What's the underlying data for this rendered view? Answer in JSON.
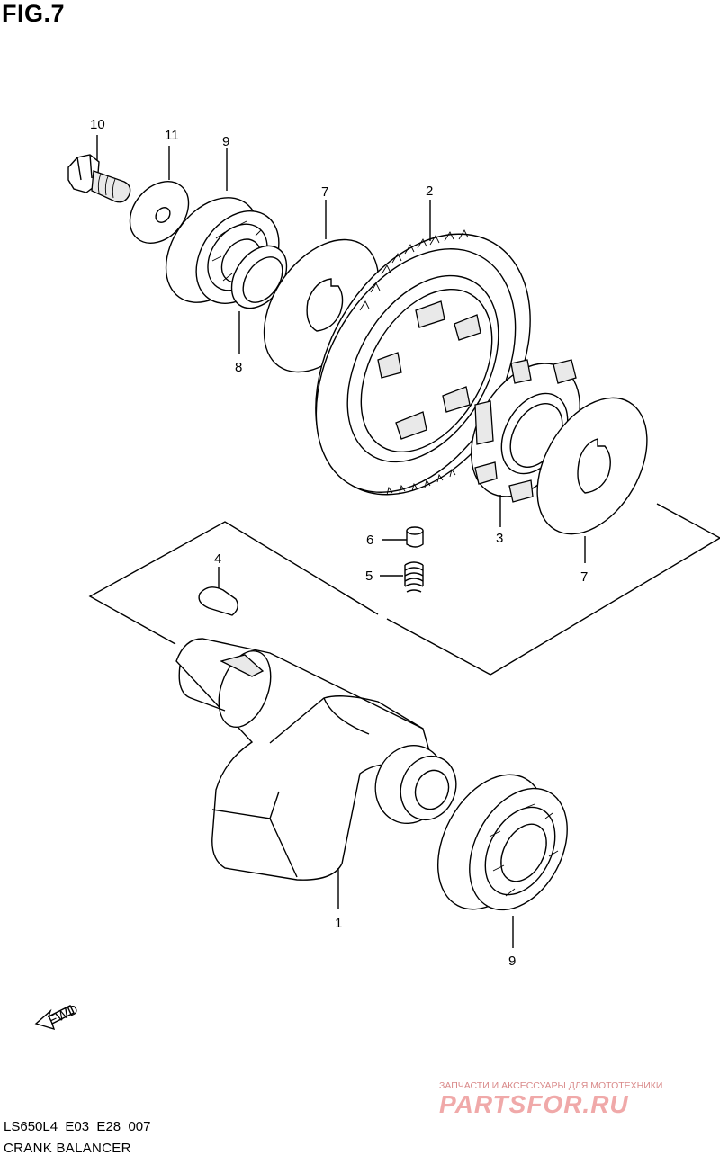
{
  "figure": {
    "title": "FIG.7",
    "model_code": "LS650L4_E03_E28_007",
    "caption": "CRANK BALANCER"
  },
  "callouts": [
    "10",
    "11",
    "9",
    "7",
    "2",
    "8",
    "3",
    "7",
    "6",
    "5",
    "4",
    "1",
    "9"
  ],
  "fwd_label": "FWD",
  "watermark": {
    "line1": "ЗАПЧАСТИ И АКСЕССУАРЫ ДЛЯ МОТОТЕХНИКИ",
    "line2": "PARTSFOR.RU",
    "color": "#f0a9a9"
  }
}
